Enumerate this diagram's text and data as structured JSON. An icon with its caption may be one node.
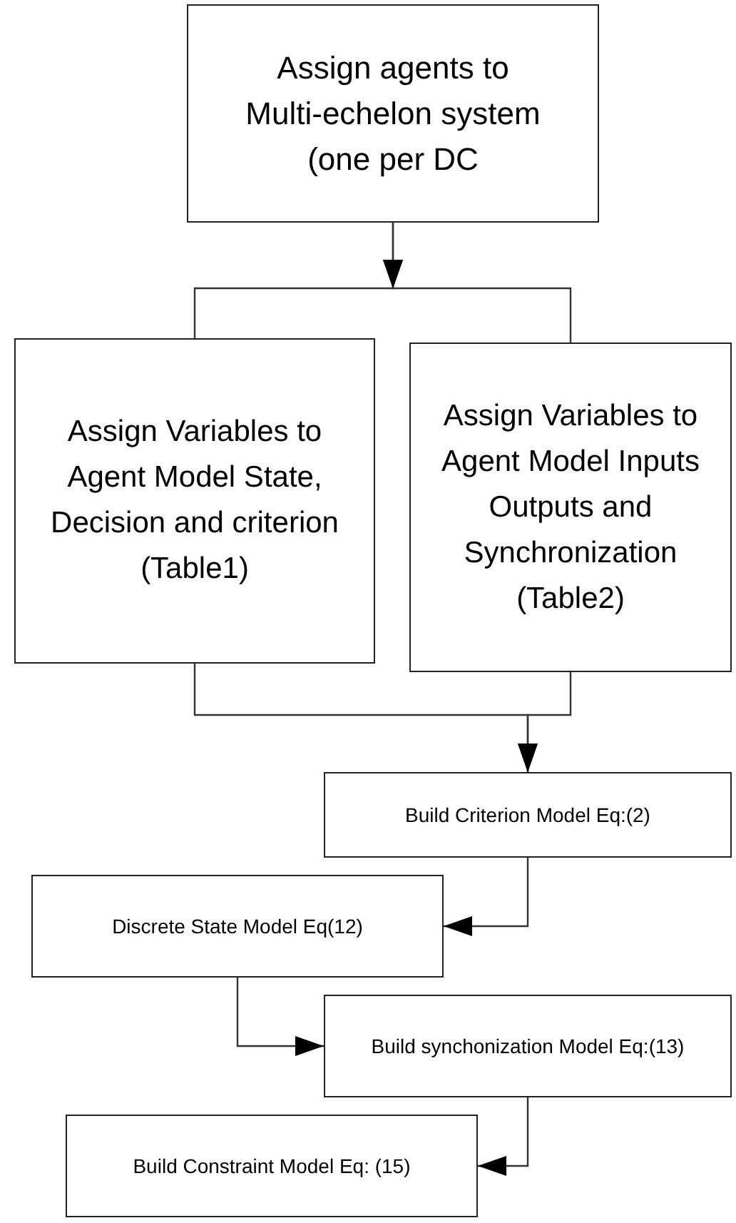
{
  "diagram": {
    "nodes": [
      {
        "text": [
          "Assign agents to Multi-echelon system (one per DC"
        ]
      },
      {
        "text": [
          "Assign Variables to Agent Model State, Decision and criterion (Table1)"
        ]
      },
      {
        "text": [
          "Assign Variables to Agent Model Inputs Outputs and Synchronization (Table2)"
        ]
      },
      {
        "text": [
          "Build Criterion Model Eq:(2)"
        ]
      },
      {
        "text": [
          "Discrete State Model Eq(12)"
        ]
      },
      {
        "text": [
          "Build synchonization  Model Eq:(13)"
        ]
      },
      {
        "text": [
          "Build Constraint Model Eq: (15)"
        ]
      }
    ],
    "edges": [
      {
        "from": 0,
        "to": 1,
        "arrow": "to"
      },
      {
        "from": 0,
        "to": 2,
        "arrow": "to"
      },
      {
        "from": 1,
        "to": 3,
        "arrow": "to"
      },
      {
        "from": 2,
        "to": 3,
        "arrow": "to"
      },
      {
        "from": 3,
        "to": 4,
        "arrow": "to"
      },
      {
        "from": 4,
        "to": 5,
        "arrow": "to"
      },
      {
        "from": 5,
        "to": 6,
        "arrow": "to"
      }
    ]
  }
}
